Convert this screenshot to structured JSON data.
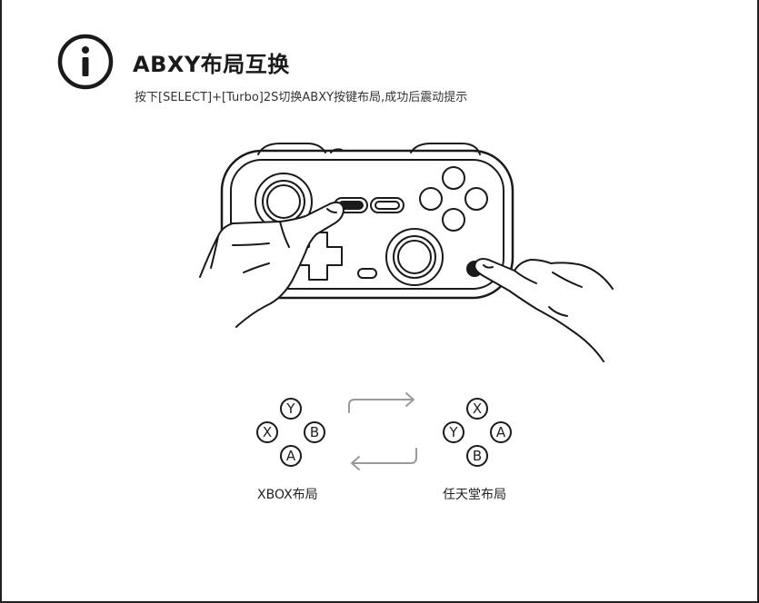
{
  "header": {
    "title": "ABXY布局互换",
    "instruction": "按下[SELECT]+[Turbo]2S切换ABXY按键布局,成功后震动提示"
  },
  "layouts": {
    "xbox": {
      "label": "XBOX布局",
      "top": "Y",
      "left": "X",
      "right": "B",
      "bottom": "A"
    },
    "nintendo": {
      "label": "任天堂布局",
      "top": "X",
      "left": "Y",
      "right": "A",
      "bottom": "B"
    }
  },
  "icons": {
    "info": "info-icon",
    "swap": "swap-arrows-icon"
  },
  "colors": {
    "ink": "#1a1a1a",
    "arrow": "#9a9a9a",
    "background": "#ffffff"
  }
}
